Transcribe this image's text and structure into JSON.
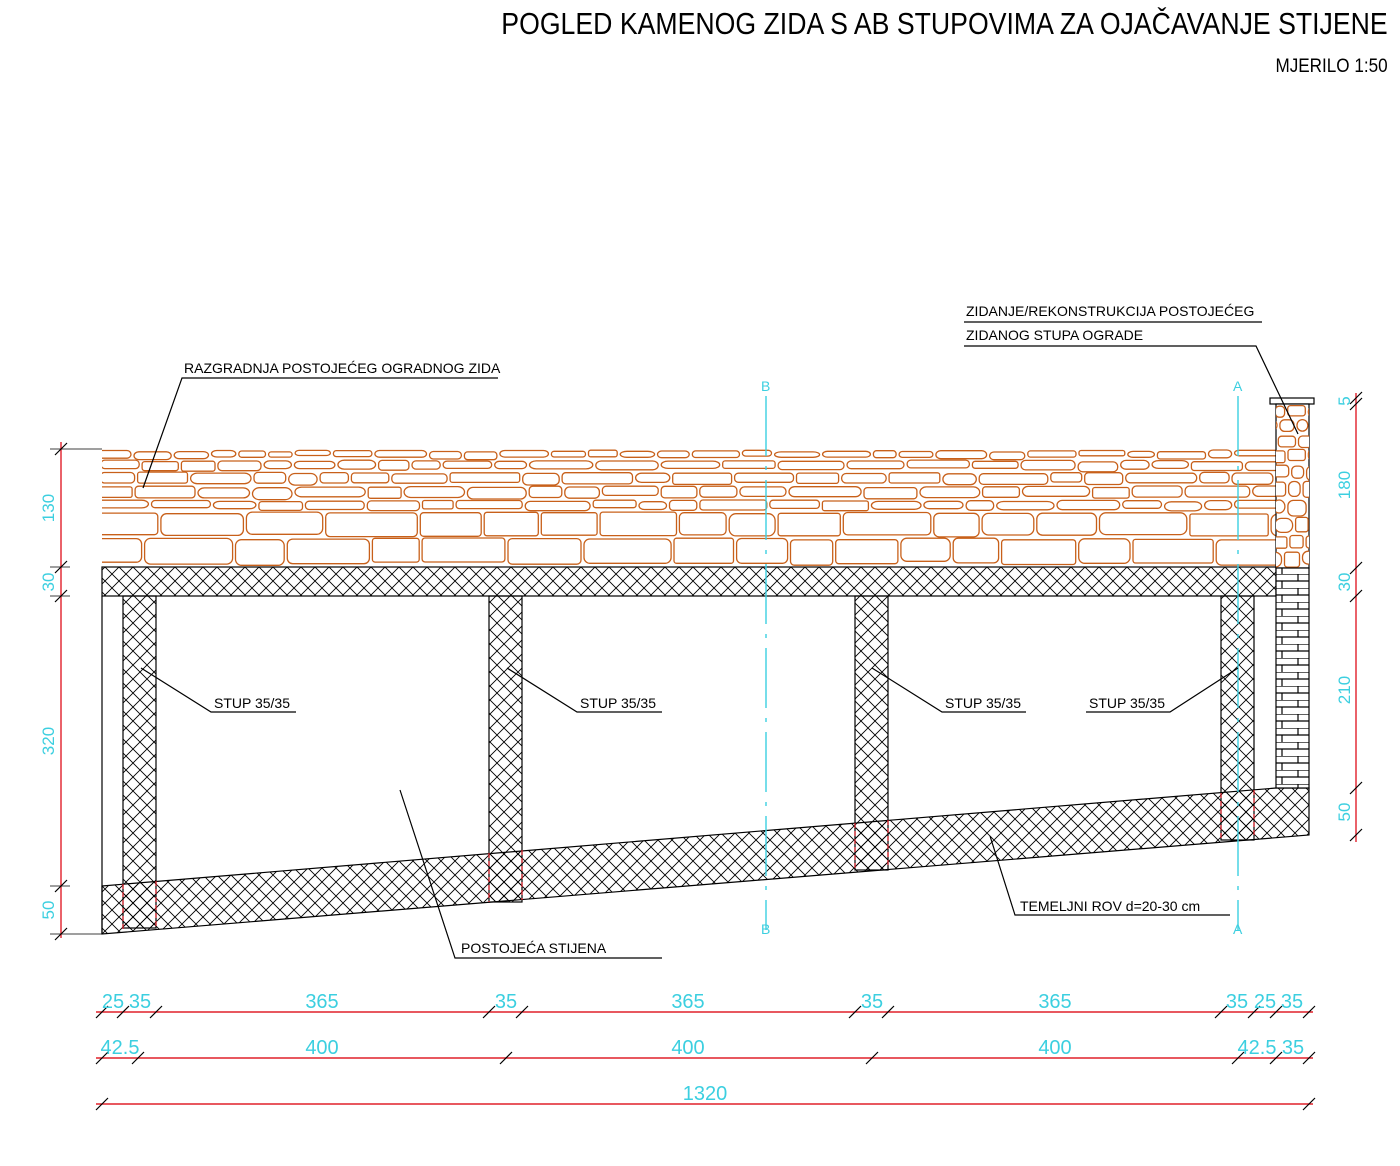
{
  "title": "POGLED KAMENOG ZIDA S AB STUPOVIMA ZA OJAČAVANJE STIJENE",
  "scale": "MJERILO 1:50",
  "labels": {
    "demolition": "RAZGRADNJA POSTOJEĆEG OGRADNOG ZIDA",
    "pillar_line1": "ZIDANJE/REKONSTRUKCIJA POSTOJEĆEG",
    "pillar_line2": "ZIDANOG STUPA OGRADE",
    "column1": "STUP 35/35",
    "column2": "STUP 35/35",
    "column3": "STUP 35/35",
    "column4": "STUP 35/35",
    "rock": "POSTOJEĆA STIJENA",
    "trench": "TEMELJNI ROV d=20-30 cm"
  },
  "section_marks": {
    "b_top": "B",
    "b_bottom": "B",
    "a_top": "A",
    "a_bottom": "A"
  },
  "dimensions": {
    "left": [
      "130",
      "30",
      "320",
      "50"
    ],
    "right": [
      "5",
      "180",
      "30",
      "210",
      "50"
    ],
    "row1": [
      "25",
      "35",
      "365",
      "35",
      "365",
      "35",
      "365",
      "35",
      "25",
      "35"
    ],
    "row2": [
      "42.5",
      "400",
      "400",
      "400",
      "42.5",
      "35"
    ],
    "total": "1320"
  },
  "colors": {
    "stone": "#c8601a",
    "dimension_text": "#3ccfe0",
    "dimension_line": "#e0202a",
    "outline": "#000000"
  }
}
